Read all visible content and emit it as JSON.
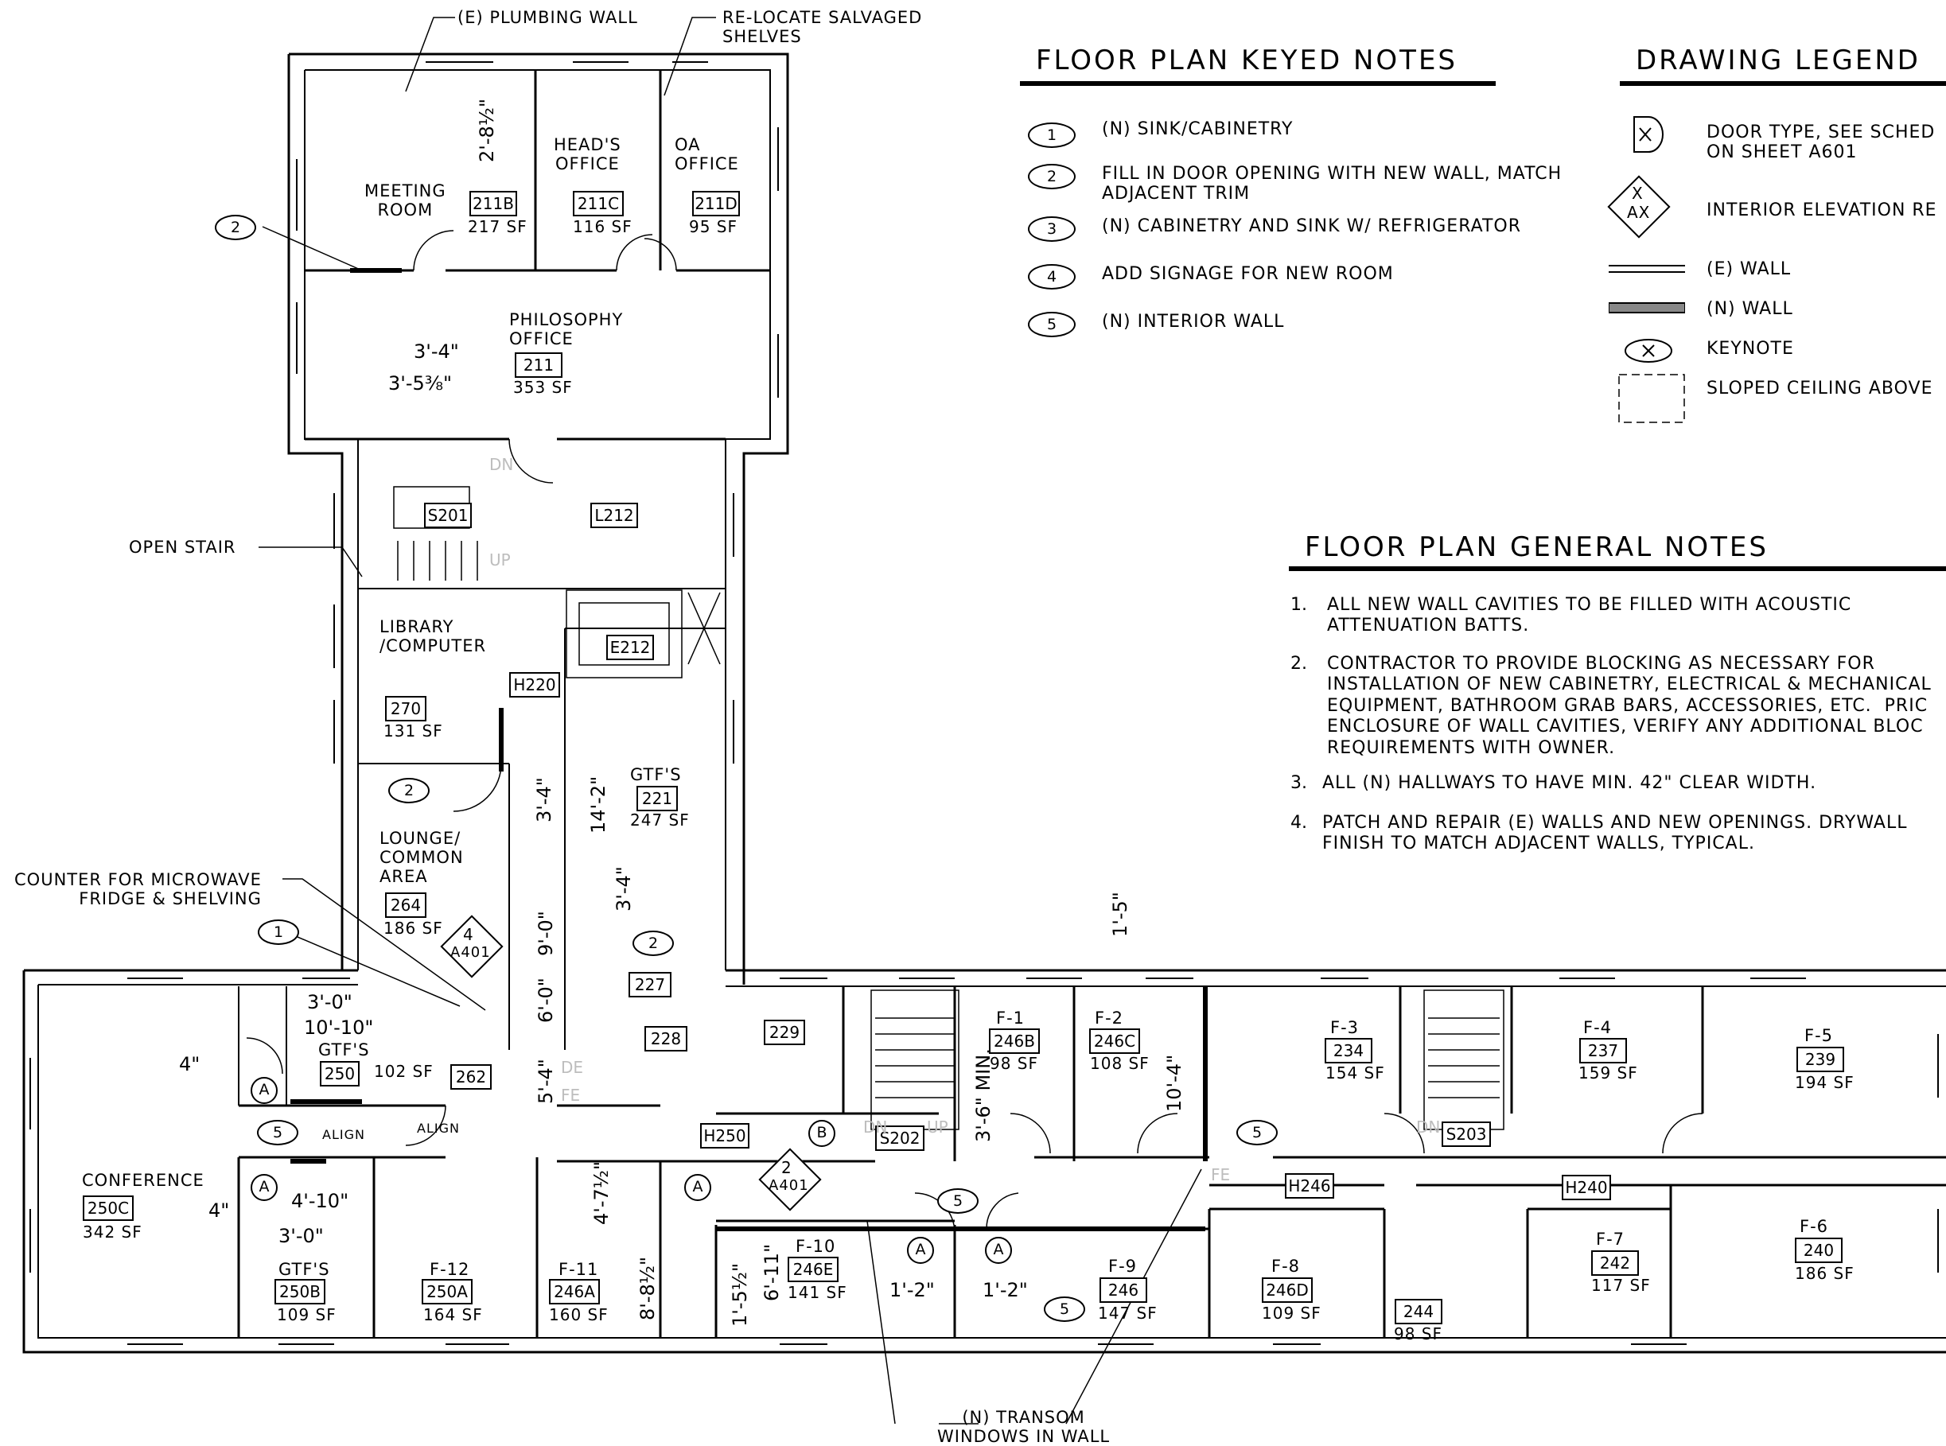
{
  "keyed_notes": {
    "title": "FLOOR PLAN KEYED NOTES",
    "items": [
      {
        "key": "1",
        "text": "(N) SINK/CABINETRY"
      },
      {
        "key": "2",
        "text": "FILL IN DOOR OPENING WITH NEW WALL, MATCH\nADJACENT TRIM"
      },
      {
        "key": "3",
        "text": "(N) CABINETRY AND SINK W/ REFRIGERATOR"
      },
      {
        "key": "4",
        "text": "ADD SIGNAGE FOR NEW ROOM"
      },
      {
        "key": "5",
        "text": "(N) INTERIOR WALL"
      }
    ]
  },
  "legend": {
    "title": "DRAWING LEGEND",
    "items": [
      {
        "symbol": "door-type",
        "text": "DOOR TYPE, SEE SCHED\nON SHEET A601"
      },
      {
        "symbol": "elevation",
        "sym_top": "X",
        "sym_bottom": "AX",
        "text": "INTERIOR ELEVATION RE"
      },
      {
        "symbol": "existing-wall",
        "text": "(E) WALL"
      },
      {
        "symbol": "new-wall",
        "text": "(N) WALL"
      },
      {
        "symbol": "keynote",
        "text": "KEYNOTE"
      },
      {
        "symbol": "sloped-ceiling",
        "text": "SLOPED CEILING ABOVE"
      }
    ]
  },
  "general_notes": {
    "title": "FLOOR PLAN GENERAL NOTES",
    "items": [
      {
        "num": "1.",
        "text": "ALL NEW WALL CAVITIES TO BE FILLED WITH ACOUSTIC\nATTENUATION BATTS."
      },
      {
        "num": "2.",
        "text": "CONTRACTOR TO PROVIDE BLOCKING AS NECESSARY FOR\nINSTALLATION OF NEW CABINETRY, ELECTRICAL & MECHANICAL\nEQUIPMENT, BATHROOM GRAB BARS, ACCESSORIES, ETC.  PRIC\nENCLOSURE OF WALL CAVITIES, VERIFY ANY ADDITIONAL BLOC\nREQUIREMENTS WITH OWNER."
      },
      {
        "num": "3.",
        "text": "ALL (N) HALLWAYS TO HAVE MIN. 42\" CLEAR WIDTH."
      },
      {
        "num": "4.",
        "text": "PATCH AND REPAIR (E) WALLS AND NEW OPENINGS. DRYWALL\nFINISH TO MATCH ADJACENT WALLS, TYPICAL."
      }
    ]
  },
  "callouts": {
    "plumbing_wall": "(E) PLUMBING WALL",
    "relocate_shelves": "RE-LOCATE SALVAGED\nSHELVES",
    "open_stair": "OPEN STAIR",
    "counter": "COUNTER FOR MICROWAVE\nFRIDGE & SHELVING",
    "transom": "(N) TRANSOM\nWINDOWS IN WALL",
    "align": "ALIGN"
  },
  "rooms": [
    {
      "name": "MEETING\nROOM",
      "number": "211B",
      "area": "217 SF"
    },
    {
      "name": "HEAD'S\nOFFICE",
      "number": "211C",
      "area": "116 SF"
    },
    {
      "name": "OA\nOFFICE",
      "number": "211D",
      "area": "95 SF"
    },
    {
      "name": "PHILOSOPHY\nOFFICE",
      "number": "211",
      "area": "353 SF"
    },
    {
      "name": "LIBRARY\n/COMPUTER",
      "number": "270",
      "area": "131 SF"
    },
    {
      "name": "LOUNGE/\nCOMMON\nAREA",
      "number": "264",
      "area": "186 SF"
    },
    {
      "name": "GTF'S",
      "number": "221",
      "area": "247 SF"
    },
    {
      "name": "GTF'S",
      "number": "250",
      "area": "102 SF"
    },
    {
      "name": "CONFERENCE",
      "number": "250C",
      "area": "342 SF"
    },
    {
      "name": "GTF'S",
      "number": "250B",
      "area": "109 SF"
    },
    {
      "name": "F-12",
      "number": "250A",
      "area": "164 SF"
    },
    {
      "name": "F-11",
      "number": "246A",
      "area": "160 SF"
    },
    {
      "name": "F-10",
      "number": "246E",
      "area": "141 SF"
    },
    {
      "name": "F-9",
      "number": "246",
      "area": "147 SF"
    },
    {
      "name": "F-8",
      "number": "246D",
      "area": "109 SF"
    },
    {
      "name": "",
      "number": "244",
      "area": "98 SF"
    },
    {
      "name": "F-7",
      "number": "242",
      "area": "117 SF"
    },
    {
      "name": "F-6",
      "number": "240",
      "area": "186 SF"
    },
    {
      "name": "F-1",
      "number": "246B",
      "area": "98 SF"
    },
    {
      "name": "F-2",
      "number": "246C",
      "area": "108 SF"
    },
    {
      "name": "F-3",
      "number": "234",
      "area": "154 SF"
    },
    {
      "name": "F-4",
      "number": "237",
      "area": "159 SF"
    },
    {
      "name": "F-5",
      "number": "239",
      "area": "194 SF"
    }
  ],
  "tags": [
    "S201",
    "L212",
    "E212",
    "H220",
    "227",
    "228",
    "229",
    "262",
    "H250",
    "S202",
    "S203",
    "H246",
    "H240"
  ],
  "door_tags": [
    "A",
    "A",
    "A",
    "A",
    "A",
    "B"
  ],
  "elevation_tags": [
    {
      "top": "4",
      "bottom": "A401"
    },
    {
      "top": "2",
      "bottom": "A401"
    }
  ],
  "keynote_bubbles": [
    "2",
    "2",
    "2",
    "1",
    "5",
    "5",
    "5",
    "5"
  ],
  "dimensions": {
    "h": [
      "3'-4\"",
      "3'-5⅜\"",
      "3'-0\"",
      "10'-10\"",
      "4\"",
      "4'-10\"",
      "3'-0\"",
      "4\"",
      "1'-2\"",
      "1'-2\""
    ],
    "v": [
      "2'-8½\"",
      "3'-4\"",
      "14'-2\"",
      "9'-0\"",
      "3'-4\"",
      "6'-0\"",
      "5'-4\"",
      "3'-6\" MIN.",
      "10'-4\"",
      "1'-5\"",
      "4'-7½\"",
      "8'-8½\"",
      "6'-11\"",
      "1'-5½\""
    ]
  },
  "stair_marks": [
    "DN",
    "UP",
    "DN",
    "UP",
    "DN",
    "DE",
    "FE",
    "FE"
  ]
}
